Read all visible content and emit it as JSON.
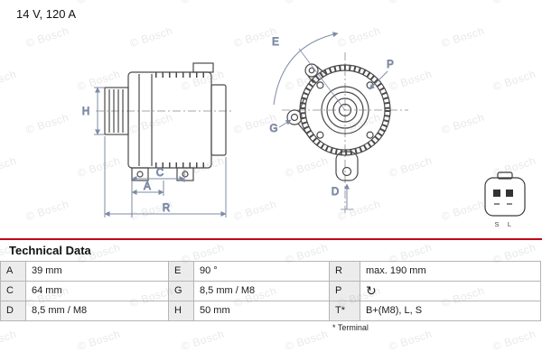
{
  "header": {
    "rating": "14 V, 120 A"
  },
  "watermark": {
    "text": "© Bosch"
  },
  "drawing": {
    "dim_labels": {
      "h": "H",
      "a": "A",
      "c": "C",
      "r": "R",
      "e": "E",
      "p": "P",
      "g": "G",
      "d": "D"
    },
    "connector": {
      "pin_s": "S",
      "pin_l": "L"
    }
  },
  "technical": {
    "title": "Technical Data",
    "rows": [
      [
        "A",
        "39 mm",
        "E",
        "90 °",
        "R",
        "max. 190 mm"
      ],
      [
        "C",
        "64 mm",
        "G",
        "8,5 mm / M8",
        "P",
        "↻"
      ],
      [
        "D",
        "8,5 mm / M8",
        "H",
        "50 mm",
        "T*",
        "B+(M8), L, S"
      ]
    ],
    "footnote": "* Terminal"
  },
  "colors": {
    "accent_red": "#c10016",
    "dimension_blue": "#7e8ba6",
    "drawing_dark": "#4a4a4a"
  }
}
